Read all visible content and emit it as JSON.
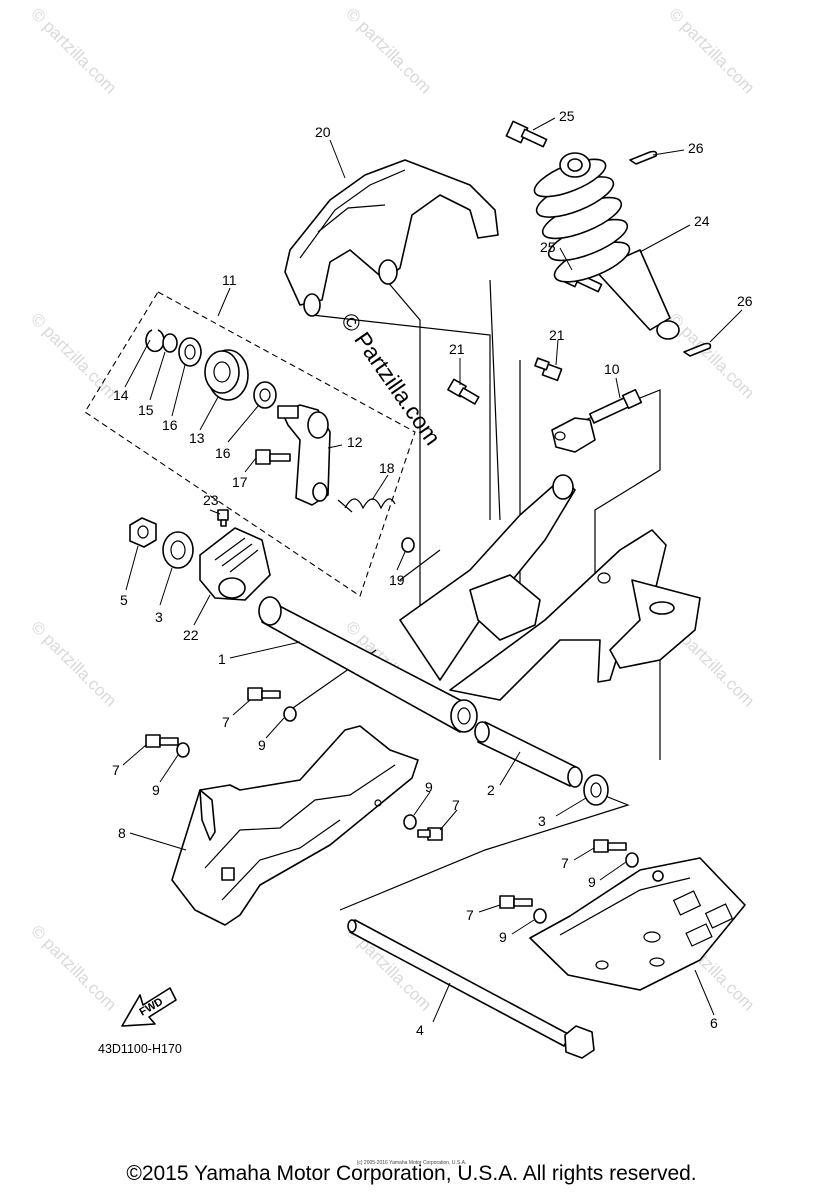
{
  "watermark": {
    "text": "© Partzilla.com",
    "repeat_text": "© partzilla.com"
  },
  "figure_code": "43D1100-H170",
  "fwd_label": "FWD",
  "copyright": "©2015 Yamaha Motor Corporation, U.S.A. All rights reserved.",
  "small_copyright": "(c) 2005-2016 Yamaha Motor Corporation, U.S.A.",
  "callouts": {
    "c1": "1",
    "c2": "2",
    "c3a": "3",
    "c3b": "3",
    "c4": "4",
    "c5": "5",
    "c6": "6",
    "c7a": "7",
    "c7b": "7",
    "c7c": "7",
    "c7d": "7",
    "c7e": "7",
    "c8": "8",
    "c9a": "9",
    "c9b": "9",
    "c9c": "9",
    "c9d": "9",
    "c9e": "9",
    "c10": "10",
    "c11": "11",
    "c12": "12",
    "c13": "13",
    "c14": "14",
    "c15": "15",
    "c16a": "16",
    "c16b": "16",
    "c17": "17",
    "c18": "18",
    "c19": "19",
    "c20": "20",
    "c21a": "21",
    "c21b": "21",
    "c22": "22",
    "c23": "23",
    "c24": "24",
    "c25a": "25",
    "c25b": "25",
    "c26a": "26",
    "c26b": "26"
  }
}
